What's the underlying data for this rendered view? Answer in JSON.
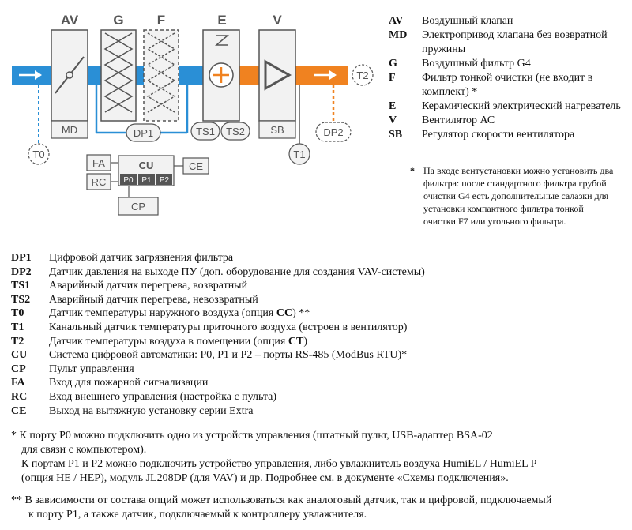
{
  "diagram": {
    "blocks": {
      "av": "AV",
      "g": "G",
      "f": "F",
      "e": "E",
      "v": "V"
    },
    "sensors": {
      "md": "MD",
      "dp1": "DP1",
      "ts1": "TS1",
      "ts2": "TS2",
      "sb": "SB",
      "dp2": "DP2",
      "t0": "T0",
      "t1": "T1",
      "t2": "T2"
    },
    "control": {
      "fa": "FA",
      "rc": "RC",
      "cu": "CU",
      "p0": "P0",
      "p1": "P1",
      "p2": "P2",
      "ce": "CE",
      "cp": "CP"
    },
    "colors": {
      "intake": "#2a8fd6",
      "supply": "#f08220",
      "frame": "#555555",
      "fill": "#f2f2f2",
      "heater": "#f08220"
    }
  },
  "legend_top": [
    {
      "abbr": "AV",
      "text": "Воздушный клапан"
    },
    {
      "abbr": "MD",
      "text": "Электропривод клапана без возвратной пружины"
    },
    {
      "abbr": "G",
      "text": "Воздушный фильтр G4"
    },
    {
      "abbr": "F",
      "text": "Фильтр тонкой очистки (не входит в комплект) *"
    },
    {
      "abbr": "E",
      "text": "Керамический электрический нагреватель"
    },
    {
      "abbr": "V",
      "text": "Вентилятор АС"
    },
    {
      "abbr": "SB",
      "text": "Регулятор скорости вентилятора"
    }
  ],
  "note_top": {
    "star": "*",
    "text": "На входе вентустановки можно установить два фильтра: после стандартного фильтра грубой очистки G4 есть дополнительные салазки для установки компактного фильтра тонкой очистки F7 или угольного фильтра."
  },
  "legend_bottom": [
    {
      "abbr": "DP1",
      "text": "Цифровой датчик загрязнения фильтра"
    },
    {
      "abbr": "DP2",
      "text": "Датчик давления на выходе ПУ (доп. оборудование для создания VAV-системы)"
    },
    {
      "abbr": "TS1",
      "text": "Аварийный датчик перегрева, возвратный"
    },
    {
      "abbr": "TS2",
      "text": "Аварийный датчик перегрева, невозвратный"
    },
    {
      "abbr": "T0",
      "text_pre": "Датчик температуры наружного воздуха (опция ",
      "text_bold": "CC",
      "text_post": ") **"
    },
    {
      "abbr": "T1",
      "text": "Канальный датчик температуры приточного воздуха (встроен в вентилятор)"
    },
    {
      "abbr": "T2",
      "text_pre": "Датчик температуры воздуха в помещении (опция ",
      "text_bold": "CT",
      "text_post": ")"
    },
    {
      "abbr": "CU",
      "text": "Система цифровой автоматики: P0, P1 и P2 – порты RS-485 (ModBus RTU)*"
    },
    {
      "abbr": "CP",
      "text": "Пульт управления"
    },
    {
      "abbr": "FA",
      "text": "Вход для пожарной сигнализации"
    },
    {
      "abbr": "RC",
      "text": "Вход внешнего управления (настройка с пульта)"
    },
    {
      "abbr": "CE",
      "text": "Выход на вытяжную установку серии Extra"
    }
  ],
  "notes": {
    "n1_line1": "* К порту P0 можно подключить одно из устройств управления (штатный пульт, USB-адаптер BSA-02",
    "n1_line2": "для связи с компьютером).",
    "n1_line3": "К портам P1 и P2 можно подключить устройство управления, либо увлажнитель воздуха HumiEL /  HumiEL P",
    "n1_line4": "(опция HE / HEP), модуль JL208DP (для VAV) и др. Подробнее см. в документе «Схемы подключения».",
    "n2_line1": "** В зависимости от состава опций может использоваться как аналоговый датчик, так и цифровой, подключаемый",
    "n2_line2": "к порту P1, а также датчик, подключаемый к контроллеру увлажнителя."
  }
}
